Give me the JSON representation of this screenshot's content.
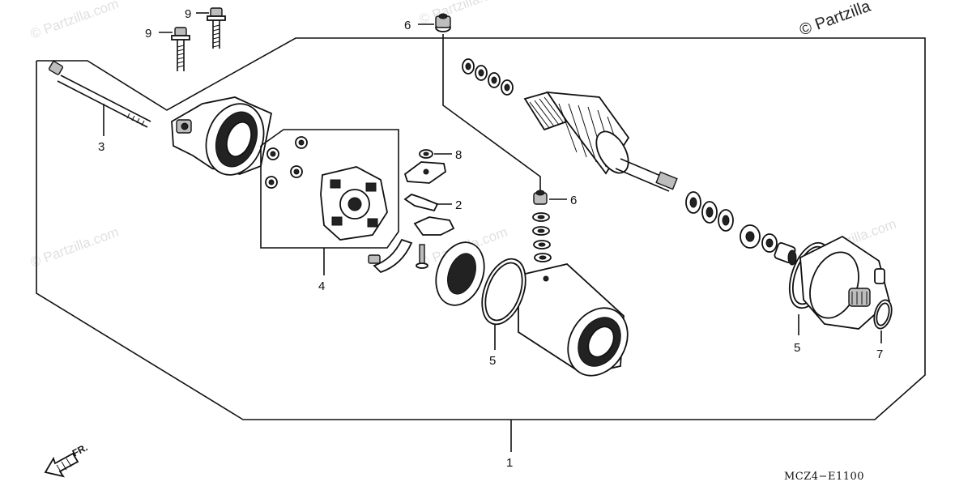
{
  "watermark": {
    "main": "© Partzilla",
    "faint": "© Partzilla.com"
  },
  "callouts": {
    "c1": "1",
    "c2": "2",
    "c3": "3",
    "c4": "4",
    "c5a": "5",
    "c5b": "5",
    "c6a": "6",
    "c6b": "6",
    "c7": "7",
    "c8": "8",
    "c9a": "9",
    "c9b": "9"
  },
  "direction_label": "FR.",
  "diagram_code": "MCZ4−E1100"
}
